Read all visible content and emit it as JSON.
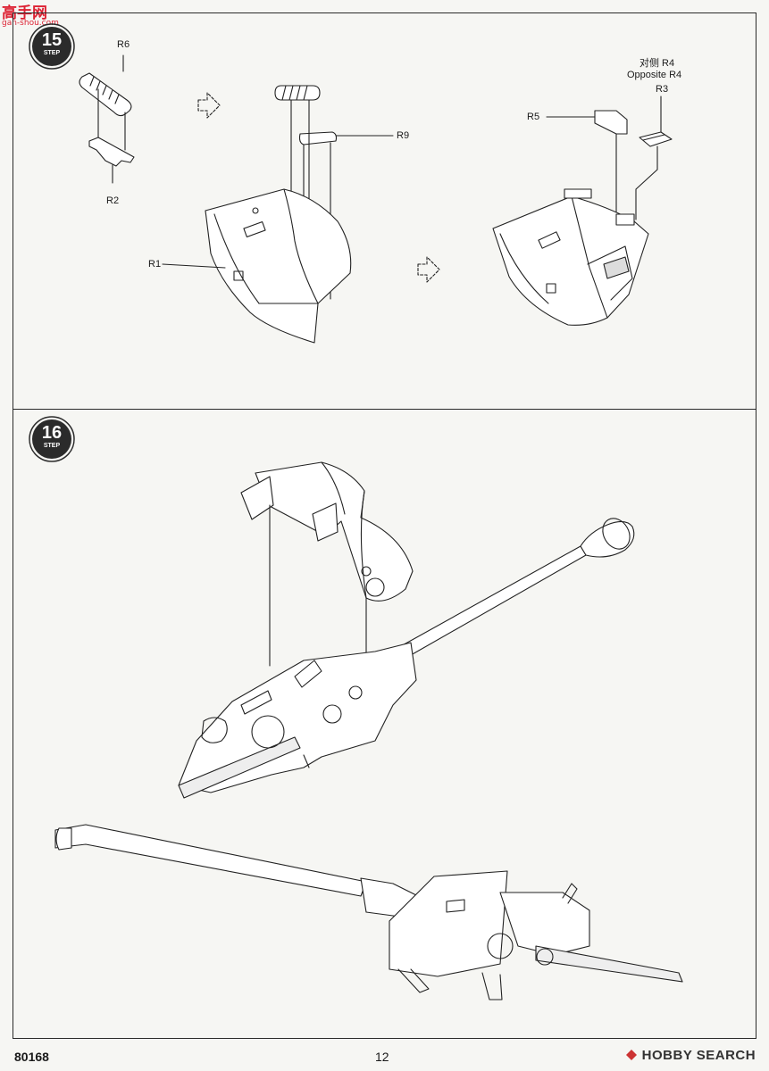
{
  "watermark": {
    "cn": "高手网",
    "url": "gan-shou.com"
  },
  "steps": [
    {
      "number": "15",
      "label": "STEP"
    },
    {
      "number": "16",
      "label": "STEP"
    }
  ],
  "step15_labels": {
    "r6": "R6",
    "r2": "R2",
    "r9": "R9",
    "r1": "R1",
    "r5": "R5",
    "opposite_cn": "对侧 R4",
    "opposite_en": "Opposite R4",
    "r3": "R3"
  },
  "footer": {
    "code": "80168",
    "page": "12",
    "brand": "HOBBY SEARCH"
  },
  "colors": {
    "ink": "#1a1a1a",
    "step_badge": "#2b2b2b",
    "watermark": "#dd2233"
  }
}
